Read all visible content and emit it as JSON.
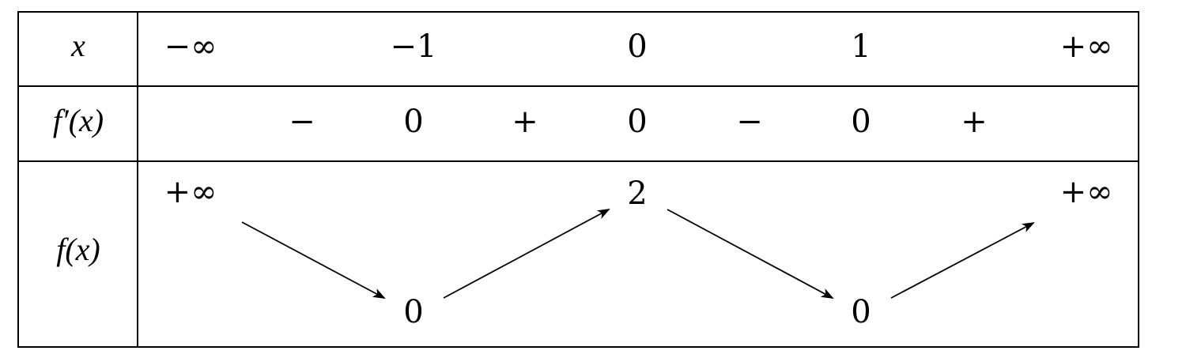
{
  "table": {
    "row_labels": {
      "x": "x",
      "fprime": "f′(x)",
      "f": "f(x)"
    },
    "x_values": [
      "−∞",
      "−1",
      "0",
      "1",
      "+∞"
    ],
    "fprime_signs": [
      "−",
      "0",
      "+",
      "0",
      "−",
      "0",
      "+"
    ],
    "f_values": {
      "left_limit": "+∞",
      "at_minus_1": "0",
      "at_0": "2",
      "at_1": "0",
      "right_limit": "+∞"
    }
  }
}
